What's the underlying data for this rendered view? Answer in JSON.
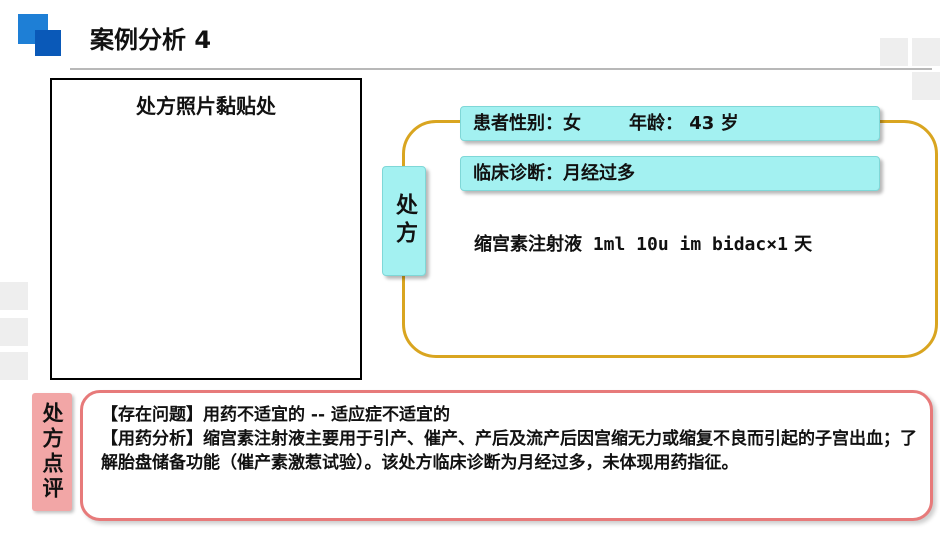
{
  "header": {
    "title": "案例分析 4"
  },
  "photo_box": {
    "label": "处方照片黏贴处"
  },
  "prescription": {
    "tag": "处方",
    "patient": {
      "gender_label": "患者性别：女",
      "age_label": "年龄： 43 岁"
    },
    "diagnosis": "临床诊断：月经过多",
    "drug_name": "缩宫素注射液",
    "drug_dosage": " 1ml  10u  im  bidac×1",
    "drug_duration": " 天"
  },
  "review": {
    "tag": "处方点评",
    "issue": "【存在问题】用药不适宜的 -- 适应症不适宜的",
    "analysis": "【用药分析】缩宫素注射液主要用于引产、催产、产后及流产后因宫缩无力或缩复不良而引起的子宫出血；了解胎盘储备功能（催产素激惹试验）。该处方临床诊断为月经过多，未体现用药指征。"
  }
}
